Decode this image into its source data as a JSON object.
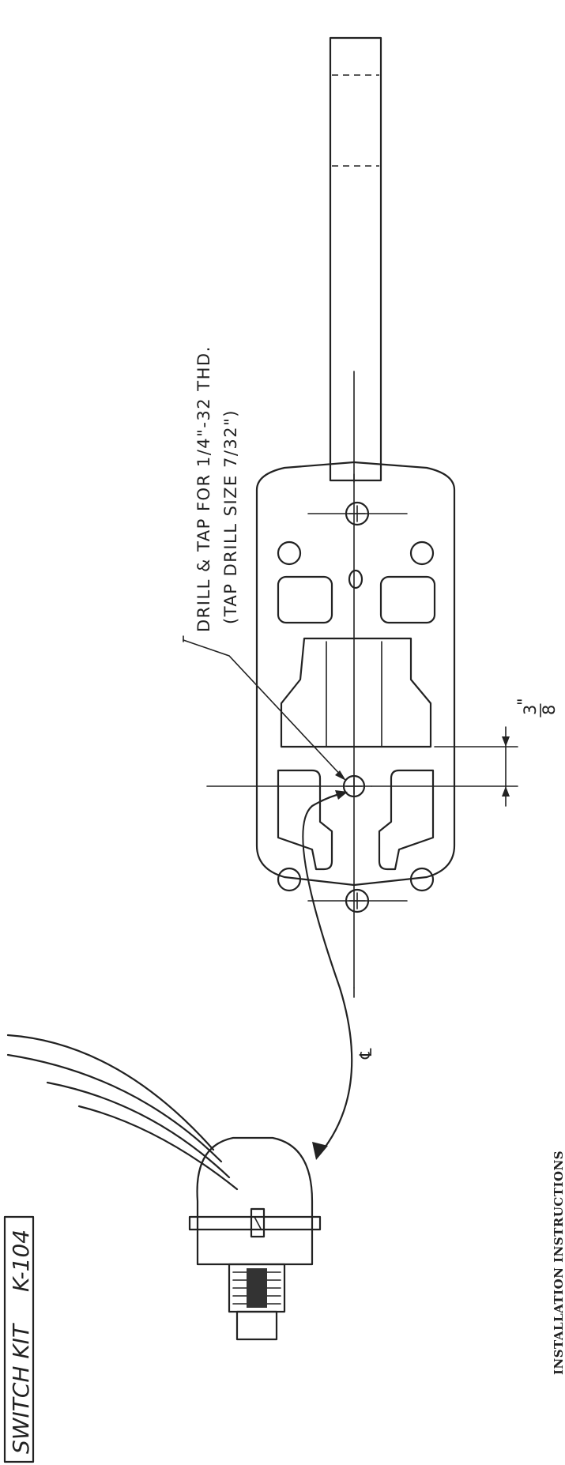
{
  "title_block": {
    "kit_name": "SWITCH KIT",
    "kit_number": "K-104"
  },
  "note": {
    "line1": "DRILL & TAP FOR 1/4\"-32 THD.",
    "line2": "(TAP DRILL SIZE 7/32\")"
  },
  "dimension": {
    "numerator": "3",
    "denominator": "8",
    "unit_mark": "\""
  },
  "centerline_symbol": "℄",
  "footer": {
    "heading": "INSTALLATION INSTRUCTIONS"
  }
}
